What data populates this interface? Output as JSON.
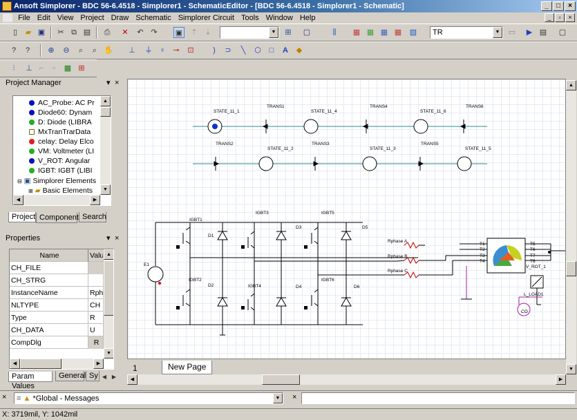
{
  "window": {
    "title": "Ansoft Simplorer - BDC 56-6.4518 - Simplorer1 - SchematicEditor - [BDC 56-6.4518 - Simplorer1 - Schematic]"
  },
  "menu": [
    "File",
    "Edit",
    "View",
    "Project",
    "Draw",
    "Schematic",
    "Simplorer Circuit",
    "Tools",
    "Window",
    "Help"
  ],
  "toolbar": {
    "combo1": "",
    "combo2": "TR"
  },
  "project_manager": {
    "title": "Project Manager",
    "items": [
      {
        "label": "AC_Probe: AC Pr",
        "color": "#0010c0"
      },
      {
        "label": "Diode60: Dynam",
        "color": "#0010c0"
      },
      {
        "label": "D: Diode (LIBRA",
        "color": "#20b020"
      },
      {
        "label": "MxTranTrarData",
        "color": "#e8c000"
      },
      {
        "label": "celay: Delay Elco",
        "color": "#e02020"
      },
      {
        "label": "VM: Voltmeter (LI",
        "color": "#20b020"
      },
      {
        "label": "V_ROT: Angular",
        "color": "#0010c0"
      },
      {
        "label": "IGBT: IGBT (LIBI",
        "color": "#20b020"
      }
    ],
    "group_simplorer": "Simplorer Elements",
    "group_basic": "Basic Elements",
    "tabs": [
      "Project",
      "Components",
      "Search"
    ]
  },
  "properties": {
    "title": "Properties",
    "col_name": "Name",
    "col_value": "Valu",
    "rows": [
      {
        "name": "CH_FILE",
        "value": ""
      },
      {
        "name": "CH_STRG",
        "value": ""
      },
      {
        "name": "InstanceName",
        "value": "Rph."
      },
      {
        "name": "NLTYPE",
        "value": "CH"
      },
      {
        "name": "Type",
        "value": "R"
      },
      {
        "name": "CH_DATA",
        "value": "U"
      },
      {
        "name": "CompDlg",
        "value": "R"
      }
    ],
    "tabs": [
      "Param Values",
      "General",
      "Sy"
    ]
  },
  "schematic": {
    "states_row1": [
      "STATE_11_1",
      "STATE_11_4",
      "STATE_11_6"
    ],
    "trans_row1": [
      "TRANS1",
      "TRANS4",
      "TRANS6"
    ],
    "states_row2": [
      "STATE_11_2",
      "STATE_11_3",
      "STATE_11_5"
    ],
    "trans_row2": [
      "TRANS2",
      "TRANS3",
      "TRANS5"
    ],
    "igbt_labels": [
      "IGBT1",
      "IGBT3",
      "IGBT5",
      "IGBT2",
      "IGBT4",
      "IGBT6"
    ],
    "diode_labels": [
      "D1",
      "D3",
      "D5",
      "D2",
      "D4",
      "D6"
    ],
    "source_label": "E1",
    "phase_labels": [
      "Rphase A",
      "Rphase B",
      "Rphase C"
    ],
    "motor_left_pins": [
      "T1",
      "T2",
      "T3",
      "T4"
    ],
    "motor_right_pins": [
      "T5",
      "T6",
      "T7",
      "T8"
    ],
    "rot_label": "V_ROT_1",
    "probe_label": "CO",
    "small_label": "L_LOAD1"
  },
  "page": {
    "tab_number": "1",
    "tab_name": "New Page"
  },
  "messages": {
    "label": "*Global - Messages"
  },
  "status": {
    "coords": "X: 3719mil, Y: 1042mil"
  }
}
